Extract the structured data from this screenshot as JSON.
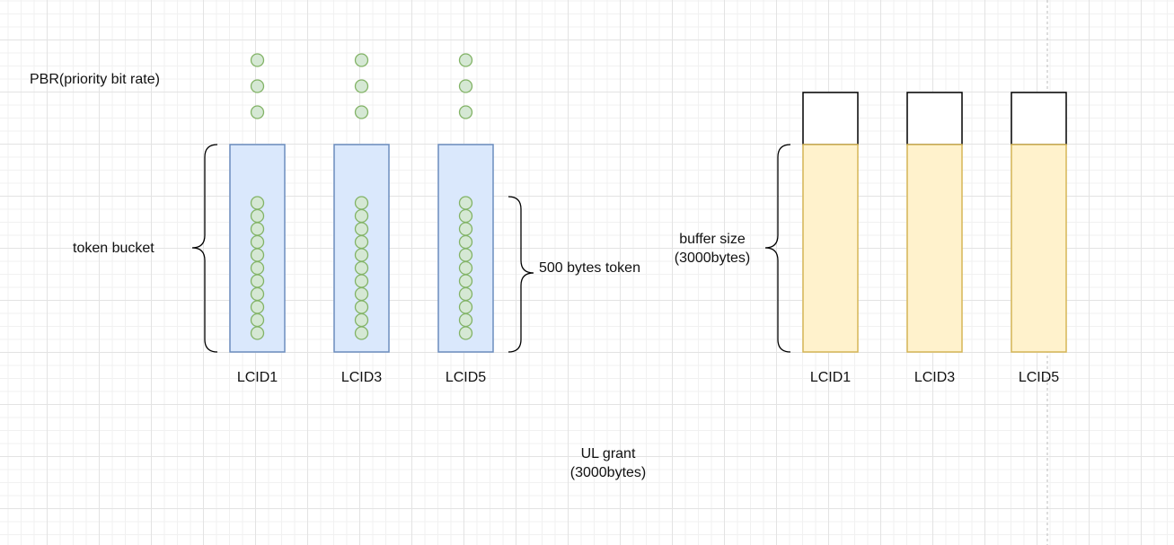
{
  "labels": {
    "pbr": "PBR(priority bit rate)",
    "token_bucket": "token bucket",
    "token_amount": "500 bytes token",
    "buffer_size_line1": "buffer size",
    "buffer_size_line2": "(3000bytes)",
    "ul_grant_line1": "UL grant",
    "ul_grant_line2": "(3000bytes)"
  },
  "token_buckets": [
    {
      "lcid": "LCID1",
      "pbr_tokens": 3,
      "bucket_tokens": 11
    },
    {
      "lcid": "LCID3",
      "pbr_tokens": 3,
      "bucket_tokens": 11
    },
    {
      "lcid": "LCID5",
      "pbr_tokens": 3,
      "bucket_tokens": 11
    }
  ],
  "buffers": [
    {
      "lcid": "LCID1"
    },
    {
      "lcid": "LCID3"
    },
    {
      "lcid": "LCID5"
    }
  ],
  "colors": {
    "bucket_fill": "#dae8fc",
    "bucket_stroke": "#6c8ebf",
    "token_fill": "#d5e8d4",
    "token_stroke": "#82b366",
    "buffer_fill": "#fff2cc",
    "buffer_stroke": "#d6b656",
    "header_stroke": "#000000",
    "brace_stroke": "#000000"
  }
}
